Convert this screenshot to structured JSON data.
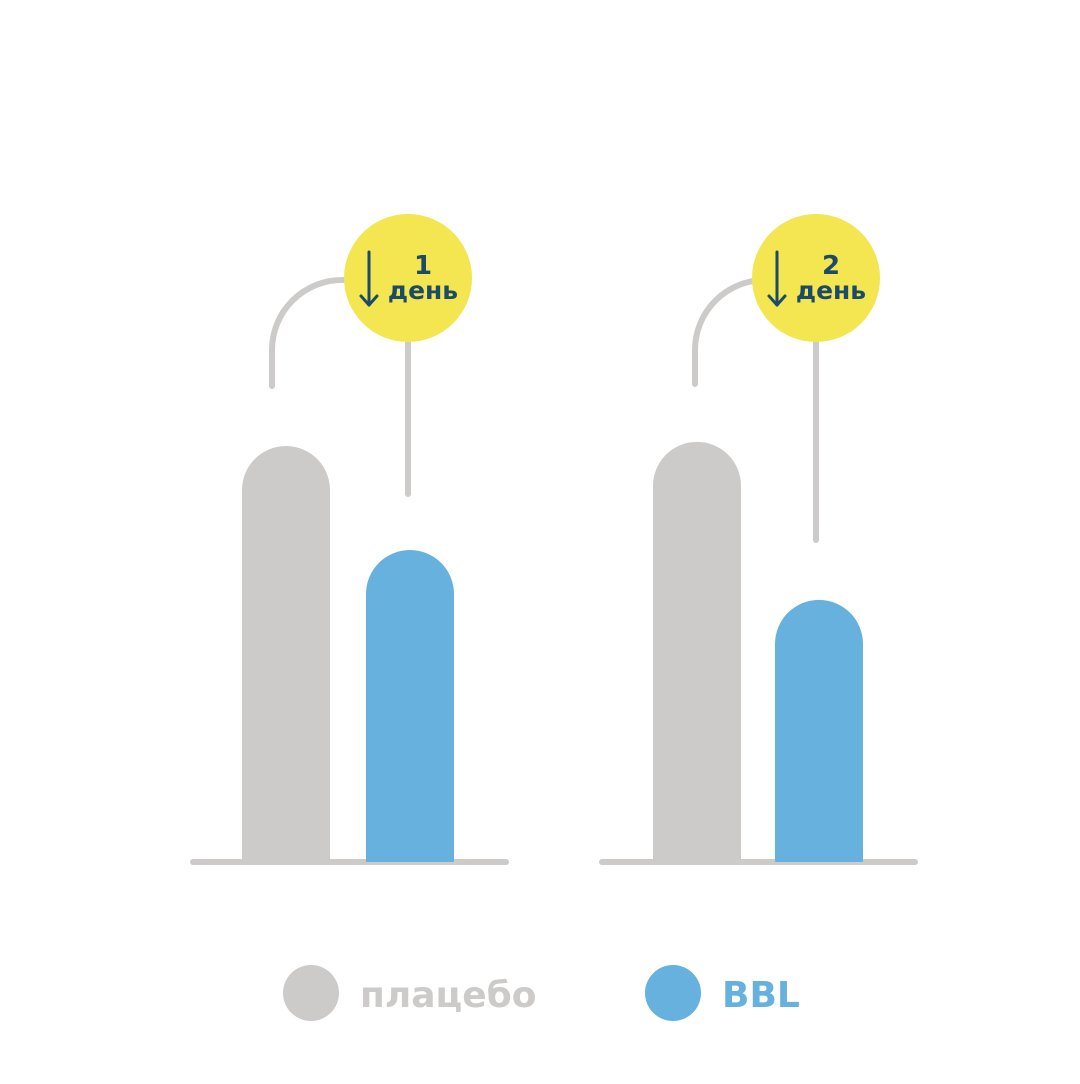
{
  "chart_data": {
    "type": "bar",
    "categories": [
      "1 день",
      "2 день"
    ],
    "series": [
      {
        "name": "плацебо",
        "color": "#cccbca",
        "values": [
          100,
          101
        ]
      },
      {
        "name": "BBL",
        "color": "#66b1dd",
        "values": [
          75,
          63
        ]
      }
    ],
    "ylim": [
      0,
      110
    ],
    "annotations": [
      {
        "number": "1",
        "unit": "день",
        "direction": "down",
        "icon": "down-arrow-icon"
      },
      {
        "number": "2",
        "unit": "день",
        "direction": "down",
        "icon": "down-arrow-icon"
      }
    ],
    "legend": {
      "placement": "bottom"
    },
    "colors": {
      "badge": "#f3e651",
      "badge_text": "#1b4b68",
      "connector": "#cccbca",
      "axis": "#cccbca",
      "placebo_legend_text": "#cccbca",
      "bbl_legend_text": "#66b1dd"
    }
  }
}
